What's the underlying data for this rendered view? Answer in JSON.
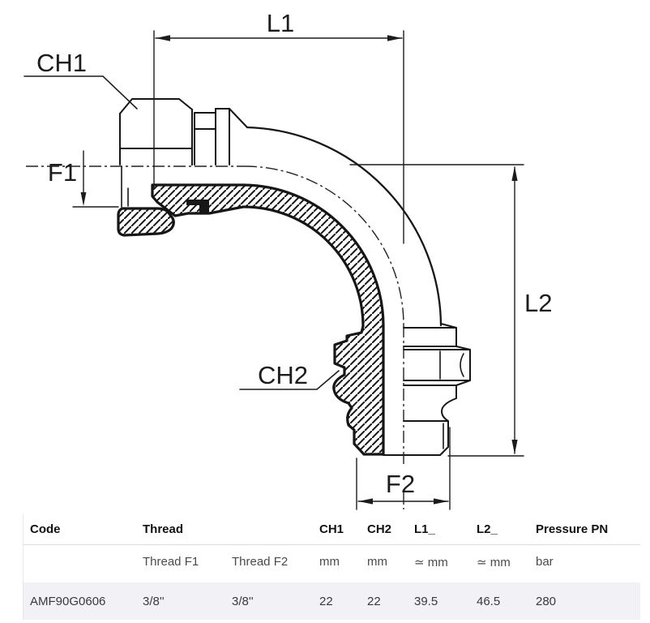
{
  "drawing": {
    "dim_l1": "L1",
    "dim_l2": "L2",
    "dim_f1": "F1",
    "dim_f2": "F2",
    "label_ch1": "CH1",
    "label_ch2": "CH2",
    "line_color": "#161616"
  },
  "table": {
    "headers": {
      "code": "Code",
      "thread": "Thread",
      "ch1": "CH1",
      "ch2": "CH2",
      "l1": "L1_",
      "l2": "L2_",
      "pressure": "Pressure PN"
    },
    "subheaders": {
      "thread_f1": "Thread F1",
      "thread_f2": "Thread F2",
      "ch1_unit": "mm",
      "ch2_unit": "mm",
      "l1_unit": "≃ mm",
      "l2_unit": "≃ mm",
      "pressure_unit": "bar"
    },
    "row": {
      "code": "AMF90G0606",
      "thread_f1": "3/8''",
      "thread_f2": "3/8''",
      "ch1": "22",
      "ch2": "22",
      "l1": "39.5",
      "l2": "46.5",
      "pressure": "280"
    },
    "row_bg": "#f2f1f5"
  }
}
